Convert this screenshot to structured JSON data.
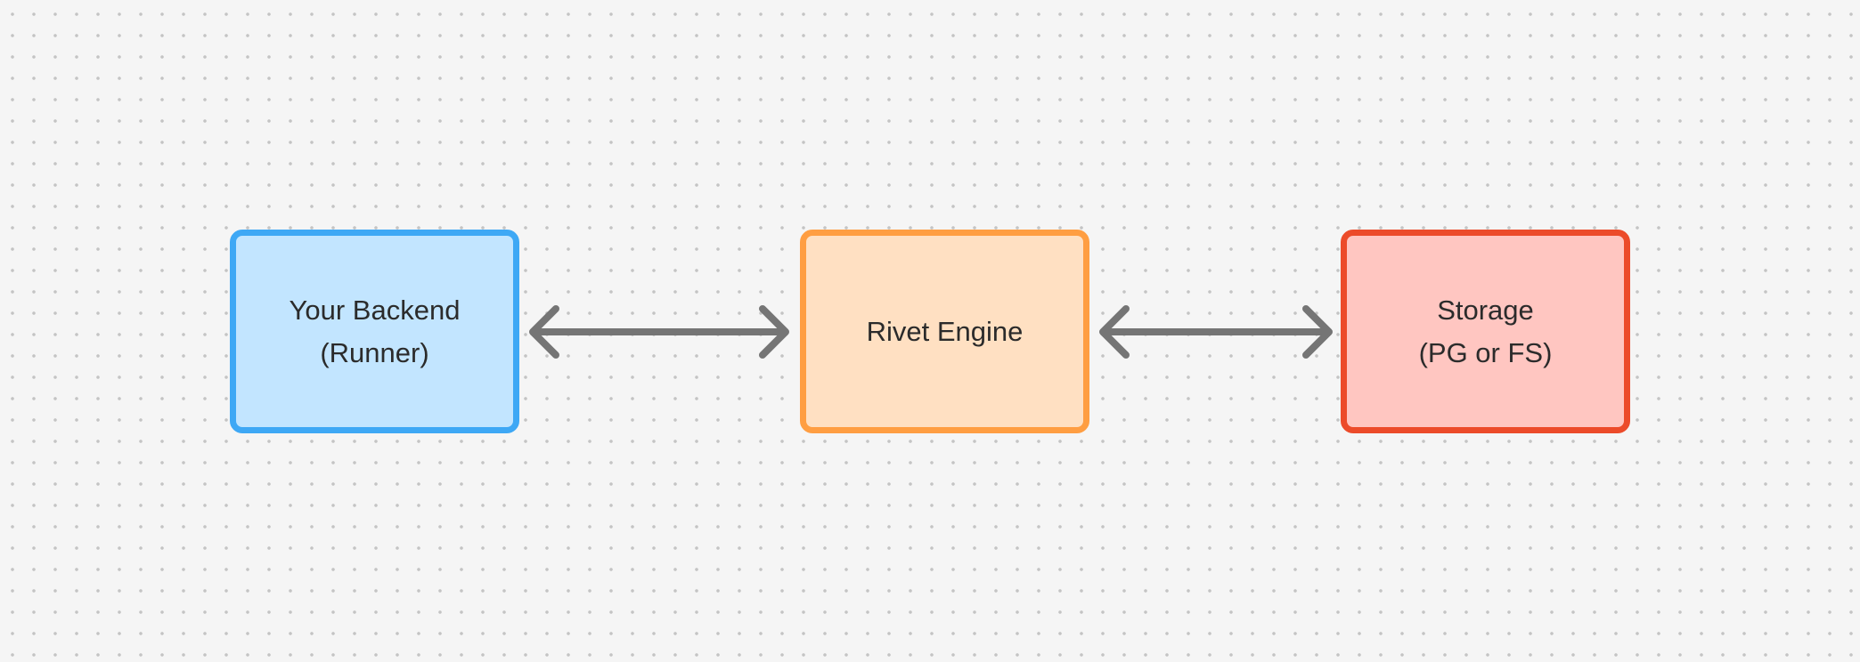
{
  "diagram": {
    "nodes": [
      {
        "id": "backend",
        "lines": [
          "Your Backend",
          "(Runner)"
        ],
        "fill": "#c2e5ff",
        "stroke": "#3ea8f5"
      },
      {
        "id": "engine",
        "lines": [
          "Rivet Engine"
        ],
        "fill": "#ffe0c2",
        "stroke": "#ff9e42"
      },
      {
        "id": "storage",
        "lines": [
          "Storage",
          "(PG or FS)"
        ],
        "fill": "#ffc6c1",
        "stroke": "#ec4b2a"
      }
    ],
    "edges": [
      {
        "from": "backend",
        "to": "engine",
        "direction": "bidirectional"
      },
      {
        "from": "engine",
        "to": "storage",
        "direction": "bidirectional"
      }
    ],
    "colors": {
      "canvas": "#f5f5f5",
      "grid_dot": "#c4c4c4",
      "connector": "#757575",
      "text": "#2b2b2b"
    }
  }
}
